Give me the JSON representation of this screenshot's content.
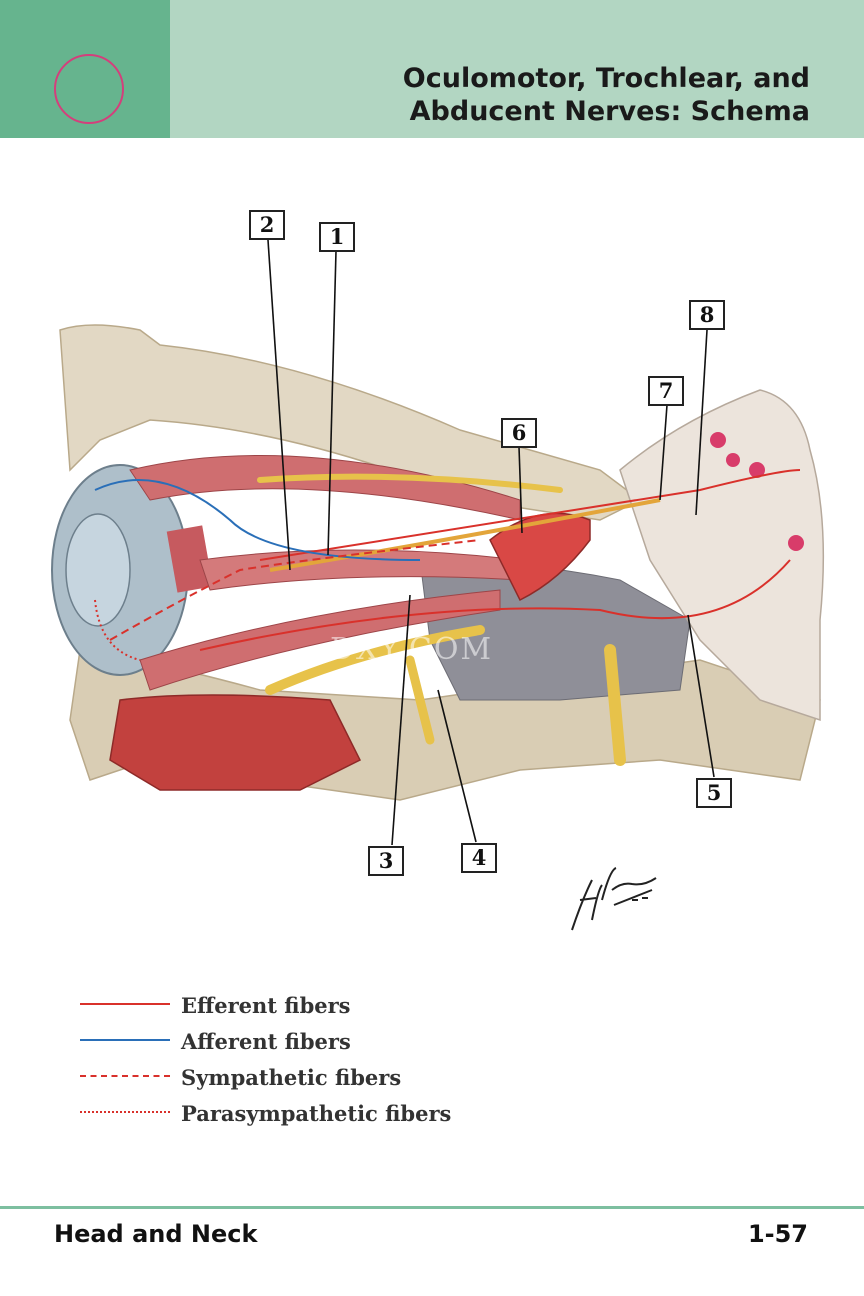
{
  "header": {
    "title_line1": "Oculomotor, Trochlear, and",
    "title_line2": "Abducent Nerves: Schema",
    "tab_color": "#66b48e",
    "band_color": "#b2d6c2",
    "circle_color": "#d43f7c"
  },
  "figure": {
    "labels": [
      "1",
      "2",
      "3",
      "4",
      "5",
      "6",
      "7",
      "8"
    ],
    "watermark": "DXY.COM",
    "signature": "F. Netter M.D."
  },
  "legend": {
    "items": [
      {
        "label": "Efferent fibers",
        "color": "#d9312b",
        "style": "solid"
      },
      {
        "label": "Afferent fibers",
        "color": "#2a6fb8",
        "style": "solid"
      },
      {
        "label": "Sympathetic fibers",
        "color": "#d9312b",
        "style": "dashed"
      },
      {
        "label": "Parasympathetic fibers",
        "color": "#d9312b",
        "style": "dotted"
      }
    ]
  },
  "footer": {
    "section": "Head and Neck",
    "page": "1-57"
  }
}
